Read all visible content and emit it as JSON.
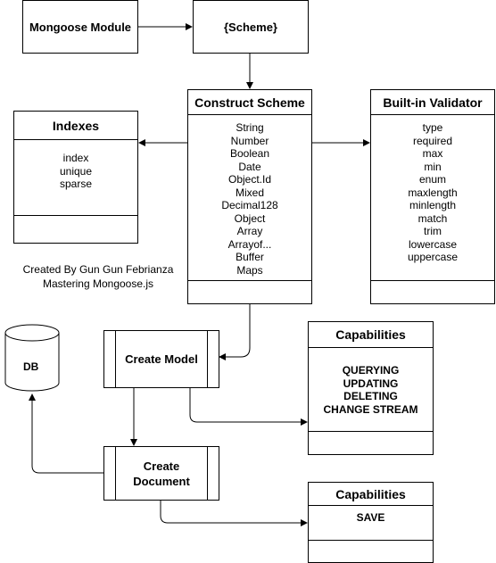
{
  "mongoose_module": "Mongoose Module",
  "scheme": "{Scheme}",
  "construct_scheme": {
    "title": "Construct Scheme",
    "items": [
      "String",
      "Number",
      "Boolean",
      "Date",
      "Object.Id",
      "Mixed",
      "Decimal128",
      "Object",
      "Array",
      "Arrayof...",
      "Buffer",
      "Maps"
    ]
  },
  "builtin_validator": {
    "title": "Built-in Validator",
    "items": [
      "type",
      "required",
      "max",
      "min",
      "enum",
      "maxlength",
      "minlength",
      "match",
      "trim",
      "lowercase",
      "uppercase"
    ]
  },
  "indexes": {
    "title": "Indexes",
    "items": [
      "index",
      "unique",
      "sparse"
    ]
  },
  "credit": {
    "line1": "Created By Gun Gun Febrianza",
    "line2": "Mastering Mongoose.js"
  },
  "db": "DB",
  "create_model": "Create Model",
  "create_document_line1": "Create",
  "create_document_line2": "Document",
  "capabilities_model": {
    "title": "Capabilities",
    "items": [
      "QUERYING",
      "UPDATING",
      "DELETING",
      "CHANGE STREAM"
    ]
  },
  "capabilities_document": {
    "title": "Capabilities",
    "items": [
      "SAVE"
    ]
  }
}
